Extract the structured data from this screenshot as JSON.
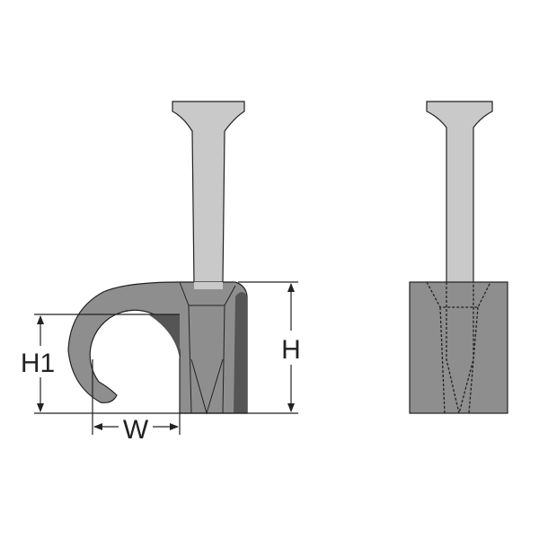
{
  "labels": {
    "height": "H",
    "inner_height": "H1",
    "width": "W"
  },
  "colors": {
    "nail": "#c9c9c9",
    "body": "#8e8e8e",
    "shadow": "#555555",
    "outline": "#222222"
  }
}
